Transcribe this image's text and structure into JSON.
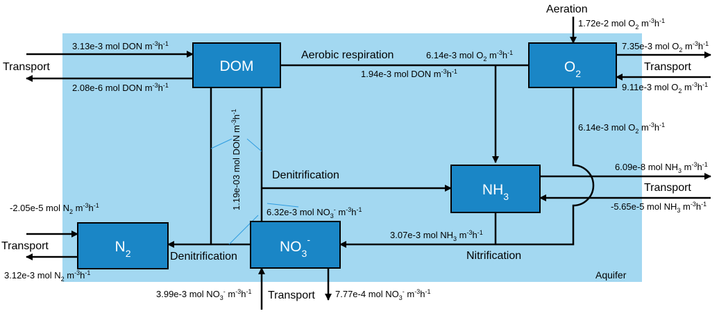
{
  "nodes": {
    "dom": "DOM",
    "o2": {
      "base": "O",
      "sub": "2"
    },
    "nh3": {
      "base": "NH",
      "sub": "3"
    },
    "no3": {
      "base": "NO",
      "sub": "3",
      "sup": "-"
    },
    "n2": {
      "base": "N",
      "sub": "2"
    }
  },
  "region_label": "Aquifer",
  "process_labels": {
    "aerobic": "Aerobic respiration",
    "denit_top": "Denitrification",
    "denit_bottom": "Denitrification",
    "nitrification": "Nitrification",
    "aeration": "Aeration",
    "transport": "Transport"
  },
  "fluxes": {
    "dom_in": {
      "text": "3.13e-3 mol DON m",
      "sup1": "-3",
      "mid": "h",
      "sup2": "-1"
    },
    "dom_out": {
      "text": "2.08e-6 mol DON m",
      "sup1": "-3",
      "mid": "h",
      "sup2": "-1"
    },
    "aer_o2": {
      "text": "6.14e-3 mol O",
      "sub": "2",
      "tail": " m",
      "sup1": "-3",
      "mid": "h",
      "sup2": "-1"
    },
    "aer_don": {
      "text": "1.94e-3 mol DON m",
      "sup1": "-3",
      "mid": "h",
      "sup2": "-1"
    },
    "aeration": {
      "text": "1.72e-2 mol O",
      "sub": "2",
      "tail": " m",
      "sup1": "-3",
      "mid": "h",
      "sup2": "-1"
    },
    "o2_out": {
      "text": "7.35e-3 mol O",
      "sub": "2",
      "tail": " m",
      "sup1": "-3",
      "mid": "h",
      "sup2": "-1"
    },
    "o2_in": {
      "text": "9.11e-3 mol O",
      "sub": "2",
      "tail": " m",
      "sup1": "-3",
      "mid": "h",
      "sup2": "-1"
    },
    "nitr_o2": {
      "text": "6.14e-3 mol O",
      "sub": "2",
      "tail": " m",
      "sup1": "-3",
      "mid": "h",
      "sup2": "-1"
    },
    "nh3_out": {
      "text": "6.09e-8 mol NH",
      "sub": "3",
      "tail": " m",
      "sup1": "-3",
      "mid": "h",
      "sup2": "-1"
    },
    "nh3_in": {
      "text": "-5.65e-5 mol NH",
      "sub": "3",
      "tail": " m",
      "sup1": "-3",
      "mid": "h",
      "sup2": "-1"
    },
    "nitr_nh3": {
      "text": "3.07e-3 mol NH",
      "sub": "3",
      "tail": " m",
      "sup1": "-3",
      "mid": "h",
      "sup2": "-1"
    },
    "denit_no3": {
      "text": "6.32e-3 mol NO",
      "sub": "3",
      "sup0": "-",
      "tail": " m",
      "sup1": "-3",
      "mid": "h",
      "sup2": "-1"
    },
    "denit_don": {
      "text": "1.19e-03 mol DON m",
      "sup1": "-3",
      "mid": "h",
      "sup2": "-1"
    },
    "n2_in": {
      "text": "-2.05e-5 mol N",
      "sub": "2",
      "tail": " m",
      "sup1": "-3",
      "mid": "h",
      "sup2": "-1"
    },
    "n2_out": {
      "text": "3.12e-3 mol N",
      "sub": "2",
      "tail": " m",
      "sup1": "-3",
      "mid": "h",
      "sup2": "-1"
    },
    "no3_in": {
      "text": "3.99e-3 mol NO",
      "sub": "3",
      "sup0": "-",
      "tail": " m",
      "sup1": "-3",
      "mid": "h",
      "sup2": "-1"
    },
    "no3_out": {
      "text": "7.77e-4 mol NO",
      "sub": "3",
      "sup0": "-",
      "tail": " m",
      "sup1": "-3",
      "mid": "h",
      "sup2": "-1"
    }
  },
  "colors": {
    "aquifer": "#a3d8f1",
    "box": "#1a86c6",
    "accent_line": "#2d9be0"
  }
}
